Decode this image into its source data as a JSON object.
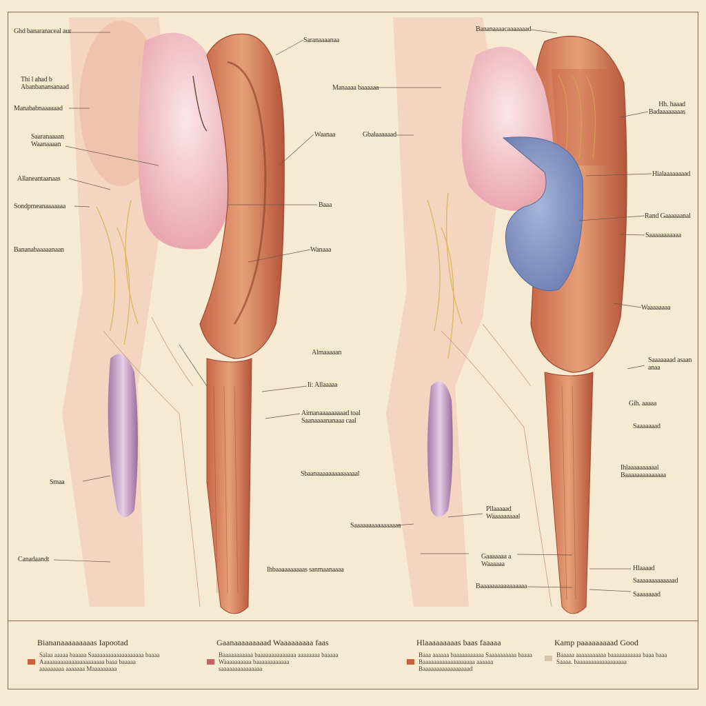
{
  "labels_left_diagram": [
    {
      "id": "l1",
      "text": "Ghd banaranaceal aur"
    },
    {
      "id": "l2",
      "text": "Thi l ahad b\nAbanbanansanaad"
    },
    {
      "id": "l3",
      "text": "Manababnaaaaaad"
    },
    {
      "id": "l4",
      "text": "Saaranaaaan\nWaanaaaan"
    },
    {
      "id": "l5",
      "text": "Allaneantaanaas"
    },
    {
      "id": "l6",
      "text": "Sondpmeanaaaaaaa"
    },
    {
      "id": "l7",
      "text": "Bananabaaaaanaan"
    },
    {
      "id": "l8",
      "text": "Smaa"
    },
    {
      "id": "l9",
      "text": "Canadaandt"
    },
    {
      "id": "l10",
      "text": "Saranaaaanaa"
    },
    {
      "id": "l11",
      "text": "Waanaa"
    },
    {
      "id": "l12",
      "text": "Baaa"
    },
    {
      "id": "l13",
      "text": "Wanaaa"
    },
    {
      "id": "l14",
      "text": "Almaaaaan"
    },
    {
      "id": "l15",
      "text": "Ii: Allaaaaa"
    },
    {
      "id": "l16",
      "text": "Aimanaaaaaaaaad toal\nSaanaaaananaaa caal"
    },
    {
      "id": "l17",
      "text": "Sbaanaaaaaaaaaaaaaal"
    },
    {
      "id": "l18",
      "text": "Ihbaaaaaaaaaas sanmaanaaaa"
    }
  ],
  "labels_right_diagram": [
    {
      "id": "r1",
      "text": "Bananaaaacaaaaaaad"
    },
    {
      "id": "r2",
      "text": "Manaaaa baaaaaa"
    },
    {
      "id": "r3",
      "text": "Gbalaaaaaad"
    },
    {
      "id": "r4",
      "text": "Hh. haaad\nBadaaaaaaaas"
    },
    {
      "id": "r5",
      "text": "Hialaaaaaaaad"
    },
    {
      "id": "r6",
      "text": "Rand Gaaaaaanal"
    },
    {
      "id": "r7",
      "text": "Saaaaaaaaaaa"
    },
    {
      "id": "r8",
      "text": "Waaaaaaaa"
    },
    {
      "id": "r9",
      "text": "Saaaaaaad asaan\nanaa"
    },
    {
      "id": "r10",
      "text": "Gih. aaaaa"
    },
    {
      "id": "r11",
      "text": "Saaaaaaad"
    },
    {
      "id": "r12",
      "text": "Ihlaaaaaaaaaal\nBaaaaaaaaaaaaaa"
    },
    {
      "id": "r13",
      "text": "Saaaaaaaaaaaaaaaa"
    },
    {
      "id": "r14",
      "text": "Pllaaaaad\nWaaaaaaaaal"
    },
    {
      "id": "r15",
      "text": "Gaaaaaaa a\nWaaaaaa"
    },
    {
      "id": "r16",
      "text": "Baaaaaaaaaaaaaaaa"
    },
    {
      "id": "r17",
      "text": "Hlaaaad"
    },
    {
      "id": "r18",
      "text": "Saaaaaaaaaaaaad"
    },
    {
      "id": "r19",
      "text": "Saaaaaaad"
    }
  ],
  "legend": [
    {
      "title": "Biananaaaaaaaaas Iapootad",
      "swatch": "#c8623f",
      "text": "Salaa aaaaa baaaaa Saaaaaaaaaaaaaaaaaaa baaaa\nAaaaaaaaaaaaaaaaaaaaaaa baaa baaaaa\naaaaaaaaa aaaaaaa Maaaaaaaaa"
    },
    {
      "title": "Gaanaaaaaaaaad Waaaaaaaaa faas",
      "swatch": "#c46565",
      "text": "Baaaaaaaaaaa baaaaaaaaaaaaaa aaaaaaaa baaaaa\nWaaaaaaaaaa baaaaaaaaaaaa\nsaaaaaaaaaaaaaaa"
    },
    {
      "title": "Hlaaaaaaaaas baas faaaaa",
      "swatch": "#c8623f",
      "text": "Baaa aaaaaa baaaaaaaaaaa Saaaaaaaaaa baaaa\nBaaaaaaaaaaaaaaaaaaa aaaaaa\nBaaaaaaaaaaaaaaaaad"
    },
    {
      "title": "Kamp paaaaaaaaad Good",
      "swatch": "#d8c4a8",
      "text": "Baaaaa aaaaaaaaaaa baaaaaaaaaaa baaa baaa\nSaaaa. baaaaaaaaaaaaaaaaaa"
    }
  ]
}
